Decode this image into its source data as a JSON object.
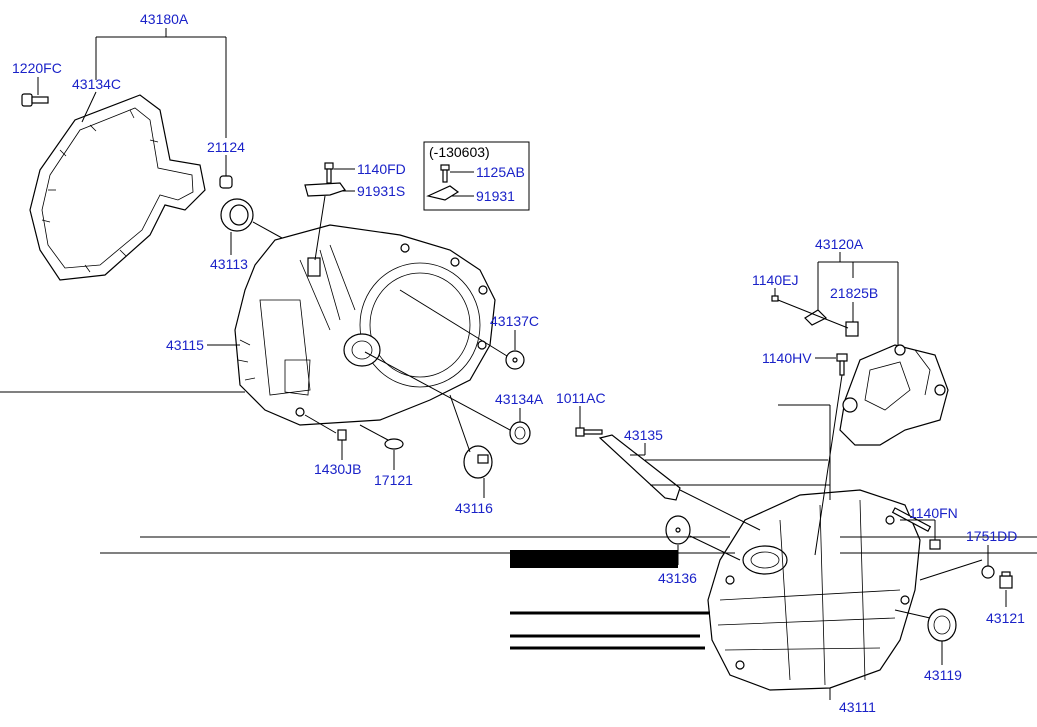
{
  "inset_box": {
    "title": "(-130603)"
  },
  "labels": {
    "p43180A": "43180A",
    "p1220FC": "1220FC",
    "p43134C": "43134C",
    "p21124": "21124",
    "p43113": "43113",
    "p43115": "43115",
    "p1140FD": "1140FD",
    "p91931S": "91931S",
    "p1125AB": "1125AB",
    "p91931": "91931",
    "p43137C": "43137C",
    "p43134A": "43134A",
    "p1430JB": "1430JB",
    "p17121": "17121",
    "p43116": "43116",
    "p43120A": "43120A",
    "p1140EJ": "1140EJ",
    "p21825B": "21825B",
    "p1140HV": "1140HV",
    "p1011AC": "1011AC",
    "p43135": "43135",
    "p1140FN": "1140FN",
    "p1751DD": "1751DD",
    "p43136": "43136",
    "p43121": "43121",
    "p43119": "43119",
    "p43111": "43111"
  }
}
